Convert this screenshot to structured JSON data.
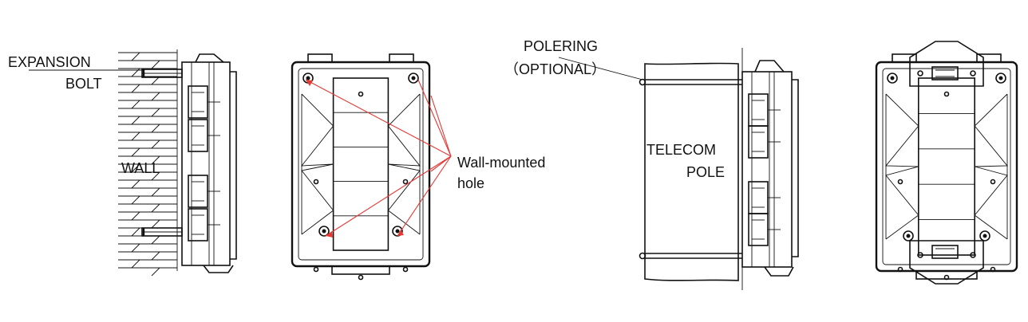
{
  "labels": {
    "expansion_bolt_line1": "EXPANSION",
    "expansion_bolt_line2": "BOLT",
    "wall": "WALL",
    "wall_mounted_line1": "Wall-mounted",
    "wall_mounted_line2": "hole",
    "polering_line1": "POLERING",
    "polering_line2": "（OPTIONAL）",
    "telecom_line1": "TELECOM",
    "telecom_line2": "POLE"
  },
  "colors": {
    "line": "#111111",
    "pointer": "#e53935",
    "background": "#ffffff"
  }
}
